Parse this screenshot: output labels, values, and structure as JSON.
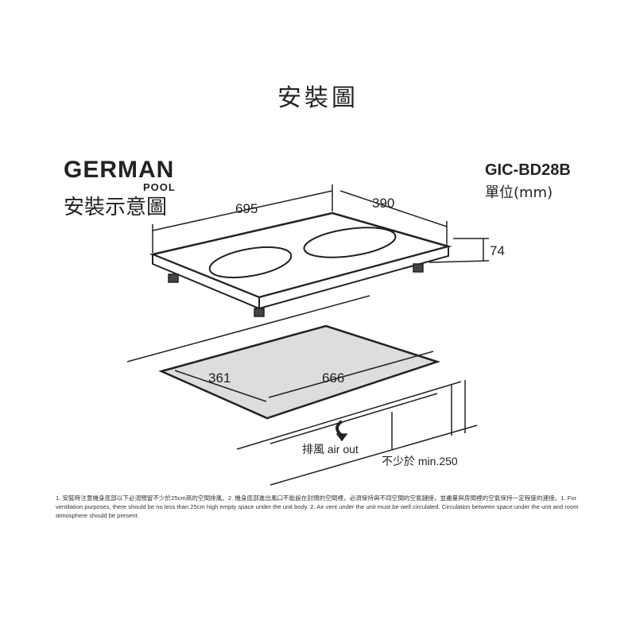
{
  "title": "安裝圖",
  "brand": {
    "line1": "GERMAN",
    "line2": "POOL",
    "subtitle": "安裝示意圖"
  },
  "model": "GIC-BD28B",
  "unit": "單位(mm)",
  "dimensions": {
    "width": "695",
    "depth": "390",
    "height": "74",
    "cutout_depth": "361",
    "cutout_width": "666"
  },
  "labels": {
    "air_out": "排風  air out",
    "min_clearance": "不少於  min.250"
  },
  "notes": "1. 安裝時注意機身底部以下必須預留不少於25cm高的空間排風。2. 機身底部進出風口不能設在封閉的空間裡，必須保持與不同空間的空氣鏈接，並盡量與房間裡的空氣保持一定程度的連接。1. For ventilation purposes, there should be no less than 25cm high empty space under the unit body.  2. Air vent under the unit must be well circulated. Circulation between space under the unit and room atmosphere should be present."
}
